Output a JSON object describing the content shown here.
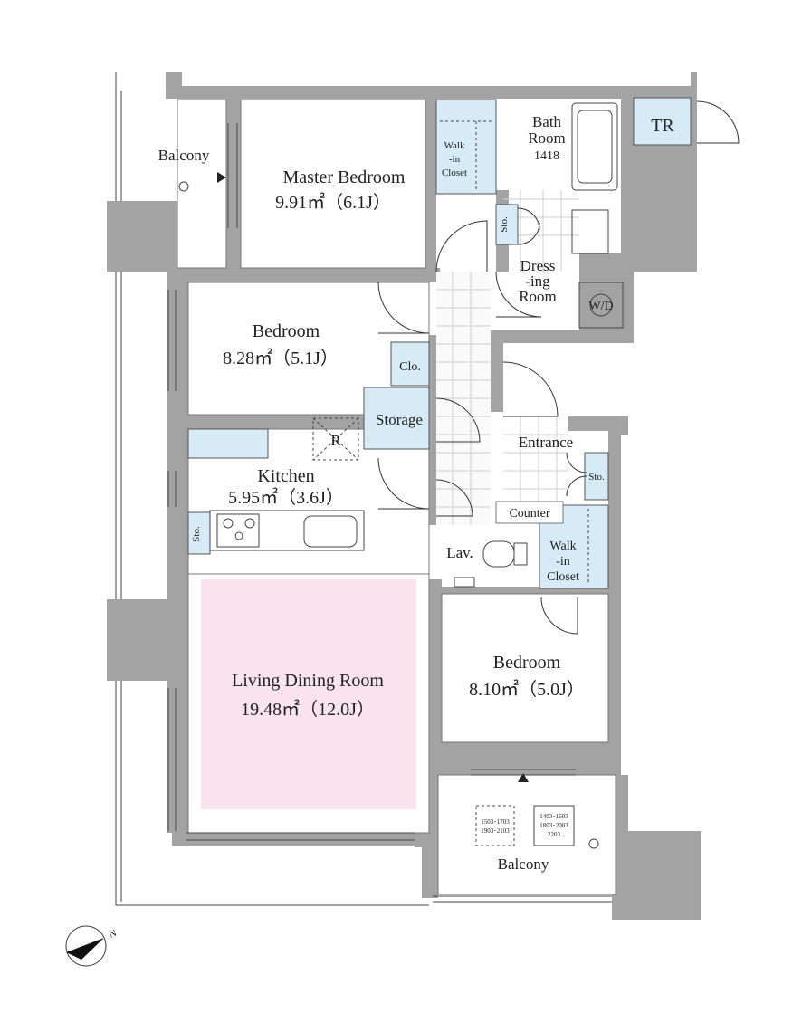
{
  "rooms": {
    "balcony_top": "Balcony",
    "master_bedroom": "Master Bedroom",
    "master_bedroom_area": "9.91㎡（6.1J）",
    "walk_in_closet_1": [
      "Walk",
      "-in",
      "Closet"
    ],
    "bath_room": [
      "Bath",
      "Room",
      "1418"
    ],
    "tr": "TR",
    "sto_1": "Sto.",
    "dressing_room": [
      "Dress",
      "-ing",
      "Room"
    ],
    "wd": "W/D",
    "bedroom_2": "Bedroom",
    "bedroom_2_area": "8.28㎡（5.1J）",
    "clo": "Clo.",
    "storage": "Storage",
    "r": "R",
    "entrance": "Entrance",
    "sto_2": "Sto.",
    "kitchen": "Kitchen",
    "kitchen_area": "5.95㎡（3.6J）",
    "sto_3": "Sto.",
    "counter": "Counter",
    "lav": "Lav.",
    "walk_in_closet_2": [
      "Walk",
      "-in",
      "Closet"
    ],
    "living": "Living Dining Room",
    "living_area": "19.48㎡（12.0J）",
    "bedroom_3": "Bedroom",
    "bedroom_3_area": "8.10㎡（5.0J）",
    "balcony_bottom": "Balcony",
    "unit_codes_left": [
      "1503･1703",
      "1903･2103"
    ],
    "unit_codes_right": [
      "1403･1603",
      "1803･2003",
      "2203"
    ],
    "north": "N"
  }
}
